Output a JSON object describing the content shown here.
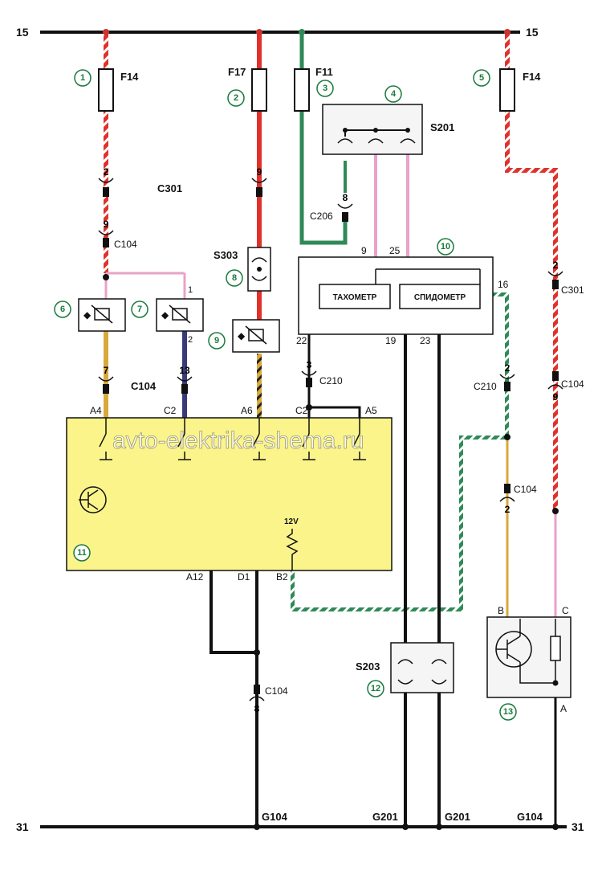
{
  "rails": {
    "top_left": "15",
    "top_right": "15",
    "bottom_left": "31",
    "bottom_right": "31"
  },
  "watermark": "avto-elektrika-shema.ru",
  "fuses": [
    {
      "label": "F14",
      "num": "1"
    },
    {
      "label": "F17",
      "num": "2"
    },
    {
      "label": "F11",
      "num": "3"
    },
    {
      "label": "F14",
      "num": "5"
    }
  ],
  "splice_s201": {
    "label": "S201",
    "num": "4"
  },
  "splice_s303": {
    "label": "S303",
    "num": "8"
  },
  "splice_s203": {
    "label": "S203",
    "num": "12"
  },
  "relays": [
    {
      "num": "6"
    },
    {
      "num": "7"
    },
    {
      "num": "9"
    }
  ],
  "cluster": {
    "num": "10",
    "tacho": "ТАХОМЕТР",
    "speedo": "СПИДОМЕТР"
  },
  "ecu": {
    "num": "11",
    "voltage": "12V"
  },
  "sensor": {
    "num": "13"
  },
  "connectors": {
    "c301_a": "C301",
    "c104_a": "C104",
    "c104_b": "C104",
    "c206": "C206",
    "c210_a": "C210",
    "c301_r": "C301",
    "c104_r": "C104",
    "c210_r": "C210",
    "c104_r2": "C104",
    "c104_bot": "C104"
  },
  "pins": {
    "p2a": "2",
    "p9a": "9",
    "p9b": "9",
    "p8": "8",
    "p7": "7",
    "p13": "13",
    "p3": "3",
    "p2r": "2",
    "p9r": "9",
    "p2r2": "2",
    "p2r3": "2",
    "p8b": "8",
    "r1": "1",
    "r2": "2",
    "cl9": "9",
    "cl25": "25",
    "cl16": "16",
    "cl22": "22",
    "cl19": "19",
    "cl23": "23",
    "ecu_a4": "A4",
    "ecu_c2a": "C2",
    "ecu_a6": "A6",
    "ecu_c2b": "C2",
    "ecu_a5": "A5",
    "ecu_a12": "A12",
    "ecu_d1": "D1",
    "ecu_b2": "B2",
    "sen_b": "B",
    "sen_c": "C",
    "sen_a": "A"
  },
  "grounds": {
    "g104_a": "G104",
    "g201_a": "G201",
    "g201_b": "G201",
    "g104_b": "G104"
  },
  "colors": {
    "ecu_fill": "#fbf48a",
    "red": "#e0312b",
    "pink": "#e9a2c8",
    "green": "#2f8a57",
    "yellow": "#d8a93a"
  }
}
